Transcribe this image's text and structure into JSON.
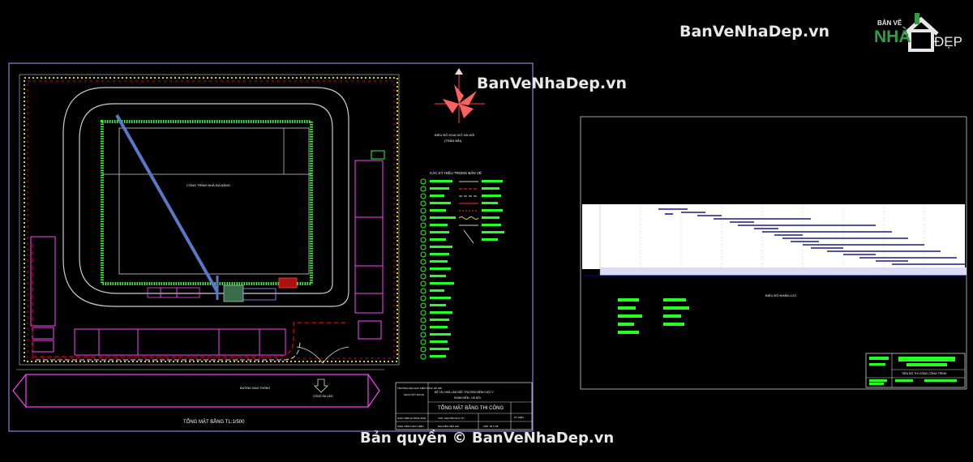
{
  "watermarks": {
    "top_right": "BanVeNhaDep.vn",
    "center": "BanVeNhaDep.vn",
    "bottom": "Bản quyền © BanVeNhaDep.vn"
  },
  "logo": {
    "top": "BẢN VẼ",
    "nha": "NHÀ",
    "dep": "ĐẸP"
  },
  "left_sheet": {
    "site_title": "TỔNG MẶT BẰNG TL:1/500",
    "compass_caption": "BIỂU ĐỒ HOA GIÓ HÀ NỘI",
    "compass_sub": "(TRẦN BÃI)",
    "legend_title": "CÁC KÝ HIỆU TRONG BẢN VẼ",
    "building_label": "CÔNG TRÌNH NHÀ ĐA NĂNG",
    "road_label": "ĐƯỜNG GIAO THÔNG",
    "gate_label": "CỔNG RA VÀO",
    "title_block": {
      "school": "TRƯỜNG ĐẠI HỌC KIẾN TRÚC HÀ NỘI",
      "faculty": "KHOA XÂY DỰNG",
      "project": "ĐỀ TÀI: NHÀ LÀM VIỆC TRƯỜNG BỆNH HỌC Y",
      "location": "HOÀN KIẾM - HÀ NỘI",
      "drawing_name": "TỔNG MẶT BẰNG THI CÔNG",
      "advisor": "GIÁO VIÊN HƯỚNG DẪN",
      "advisor_name": "THS. NGUYỄN DUY TÚ",
      "student": "SINH VIÊN THỰC HIỆN",
      "student_name": "NGUYỄN VIỆT HẢI",
      "class": "LỚP: 05 X 08",
      "sheet": "KÝ HIỆU"
    }
  },
  "right_sheet": {
    "chart_caption": "BIỂU ĐỒ NHÂN LỰC",
    "title_block_label": "TIẾN ĐỘ THI CÔNG CÔNG TRÌNH"
  }
}
